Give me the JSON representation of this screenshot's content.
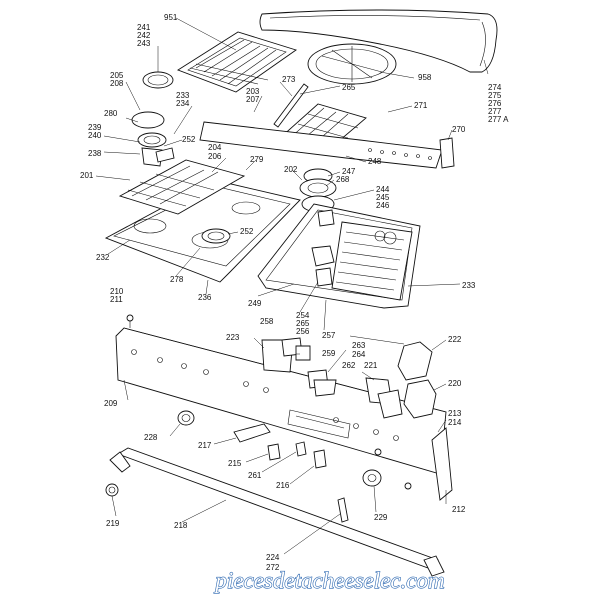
{
  "watermark": "piecesdetacheeselec.com",
  "labels": [
    {
      "id": "951",
      "text": "951"
    },
    {
      "id": "241",
      "text": "241"
    },
    {
      "id": "242",
      "text": "242"
    },
    {
      "id": "243",
      "text": "243"
    },
    {
      "id": "205",
      "text": "205"
    },
    {
      "id": "208",
      "text": "208"
    },
    {
      "id": "233a",
      "text": "233"
    },
    {
      "id": "234",
      "text": "234"
    },
    {
      "id": "280",
      "text": "280"
    },
    {
      "id": "239",
      "text": "239"
    },
    {
      "id": "240",
      "text": "240"
    },
    {
      "id": "252a",
      "text": "252"
    },
    {
      "id": "238",
      "text": "238"
    },
    {
      "id": "204",
      "text": "204"
    },
    {
      "id": "206",
      "text": "206"
    },
    {
      "id": "201",
      "text": "201"
    },
    {
      "id": "203",
      "text": "203"
    },
    {
      "id": "207",
      "text": "207"
    },
    {
      "id": "273",
      "text": "273"
    },
    {
      "id": "265a",
      "text": "265"
    },
    {
      "id": "958",
      "text": "958"
    },
    {
      "id": "274",
      "text": "274"
    },
    {
      "id": "275",
      "text": "275"
    },
    {
      "id": "276",
      "text": "276"
    },
    {
      "id": "277",
      "text": "277"
    },
    {
      "id": "277A",
      "text": "277 A"
    },
    {
      "id": "271",
      "text": "271"
    },
    {
      "id": "270",
      "text": "270"
    },
    {
      "id": "279",
      "text": "279"
    },
    {
      "id": "202",
      "text": "202"
    },
    {
      "id": "248",
      "text": "248"
    },
    {
      "id": "247",
      "text": "247"
    },
    {
      "id": "268",
      "text": "268"
    },
    {
      "id": "244",
      "text": "244"
    },
    {
      "id": "245",
      "text": "245"
    },
    {
      "id": "246",
      "text": "246"
    },
    {
      "id": "252b",
      "text": "252"
    },
    {
      "id": "232",
      "text": "232"
    },
    {
      "id": "278",
      "text": "278"
    },
    {
      "id": "236",
      "text": "236"
    },
    {
      "id": "233b",
      "text": "233"
    },
    {
      "id": "249",
      "text": "249"
    },
    {
      "id": "254",
      "text": "254"
    },
    {
      "id": "265b",
      "text": "265"
    },
    {
      "id": "256",
      "text": "256"
    },
    {
      "id": "257",
      "text": "257"
    },
    {
      "id": "210",
      "text": "210"
    },
    {
      "id": "211",
      "text": "211"
    },
    {
      "id": "258",
      "text": "258"
    },
    {
      "id": "223",
      "text": "223"
    },
    {
      "id": "263",
      "text": "263"
    },
    {
      "id": "264",
      "text": "264"
    },
    {
      "id": "222",
      "text": "222"
    },
    {
      "id": "259",
      "text": "259"
    },
    {
      "id": "262",
      "text": "262"
    },
    {
      "id": "221",
      "text": "221"
    },
    {
      "id": "220",
      "text": "220"
    },
    {
      "id": "209",
      "text": "209"
    },
    {
      "id": "213",
      "text": "213"
    },
    {
      "id": "214",
      "text": "214"
    },
    {
      "id": "228",
      "text": "228"
    },
    {
      "id": "217",
      "text": "217"
    },
    {
      "id": "215",
      "text": "215"
    },
    {
      "id": "261",
      "text": "261"
    },
    {
      "id": "216",
      "text": "216"
    },
    {
      "id": "212",
      "text": "212"
    },
    {
      "id": "229",
      "text": "229"
    },
    {
      "id": "219",
      "text": "219"
    },
    {
      "id": "218",
      "text": "218"
    },
    {
      "id": "224",
      "text": "224"
    },
    {
      "id": "272",
      "text": "272"
    }
  ]
}
